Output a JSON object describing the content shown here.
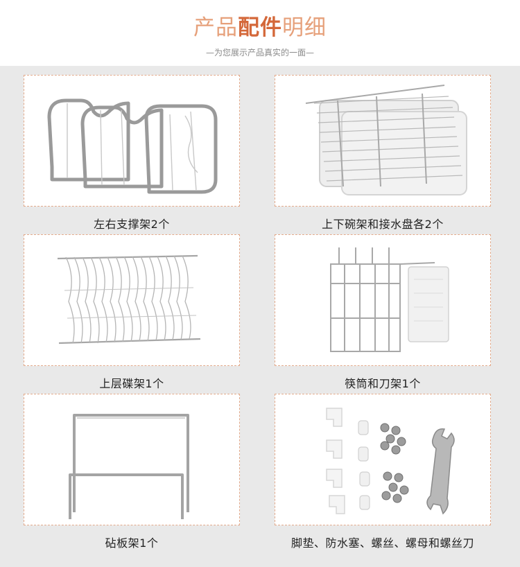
{
  "header": {
    "title_part1": "产品",
    "title_part2": "配件",
    "title_part3": "明细",
    "subtitle": "—为您展示产品真实的一面—"
  },
  "items": [
    {
      "caption": "左右支撑架2个"
    },
    {
      "caption": "上下碗架和接水盘各2个"
    },
    {
      "caption": "上层碟架1个"
    },
    {
      "caption": "筷筒和刀架1个"
    },
    {
      "caption": "砧板架1个"
    },
    {
      "caption": "脚垫、防水塞、螺丝、螺母和螺丝刀"
    }
  ],
  "colors": {
    "accent": "#d4683a",
    "panel_bg": "#e9e9e9",
    "dashed_border": "#e2a98a"
  }
}
